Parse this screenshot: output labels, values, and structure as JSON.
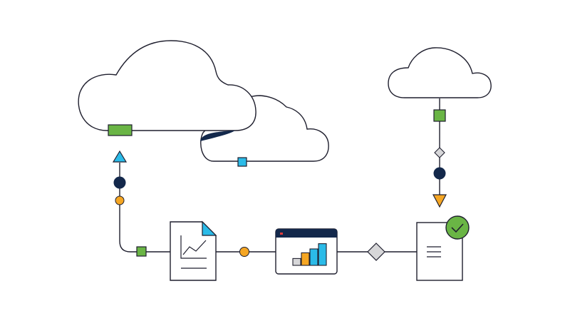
{
  "colors": {
    "outline": "#1f1f2e",
    "navy": "#13284b",
    "green": "#6ab545",
    "cyan": "#2bbbe8",
    "orange": "#f5a623",
    "gray": "#d7d7d9",
    "white": "#ffffff",
    "red": "#e03b3b"
  },
  "icons": {
    "cloud_large": "cloud-icon",
    "cloud_medium": "cloud-icon",
    "cloud_small": "cloud-icon",
    "chart_document": "line-chart-document-icon",
    "dashboard_window": "bar-chart-window-icon",
    "text_document": "text-document-icon",
    "check_badge": "check-icon",
    "triangle_up": "triangle-up-icon",
    "triangle_down": "triangle-down-icon",
    "diamond": "diamond-icon",
    "circle": "circle-icon",
    "square": "square-icon"
  },
  "dashboard_bars": [
    0.3,
    0.55,
    0.72,
    0.95
  ]
}
